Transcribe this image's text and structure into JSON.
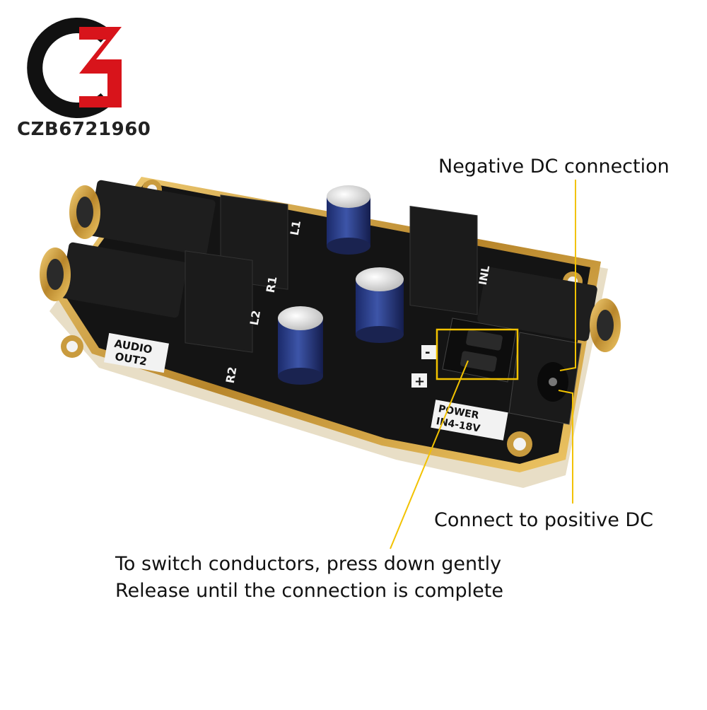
{
  "brand": {
    "logo_text": "CZB6721960",
    "color_black": "#111111",
    "color_red": "#d8141b"
  },
  "annotations": {
    "negative_dc": "Negative DC connection",
    "positive_dc": "Connect to positive DC",
    "switch_line1": "To switch conductors, press down gently",
    "switch_line2": "Release until the connection is complete",
    "leader_color": "#f2c200"
  },
  "board": {
    "labels": {
      "audio_out2_line1": "AUDIO",
      "audio_out2_line2": "OUT2",
      "l1": "L1",
      "l2": "L2",
      "r1": "R1",
      "r2": "R2",
      "inl": "INL",
      "power_line1": "POWER",
      "power_line2": "IN4-18V",
      "minus": "-",
      "plus": "+"
    }
  }
}
